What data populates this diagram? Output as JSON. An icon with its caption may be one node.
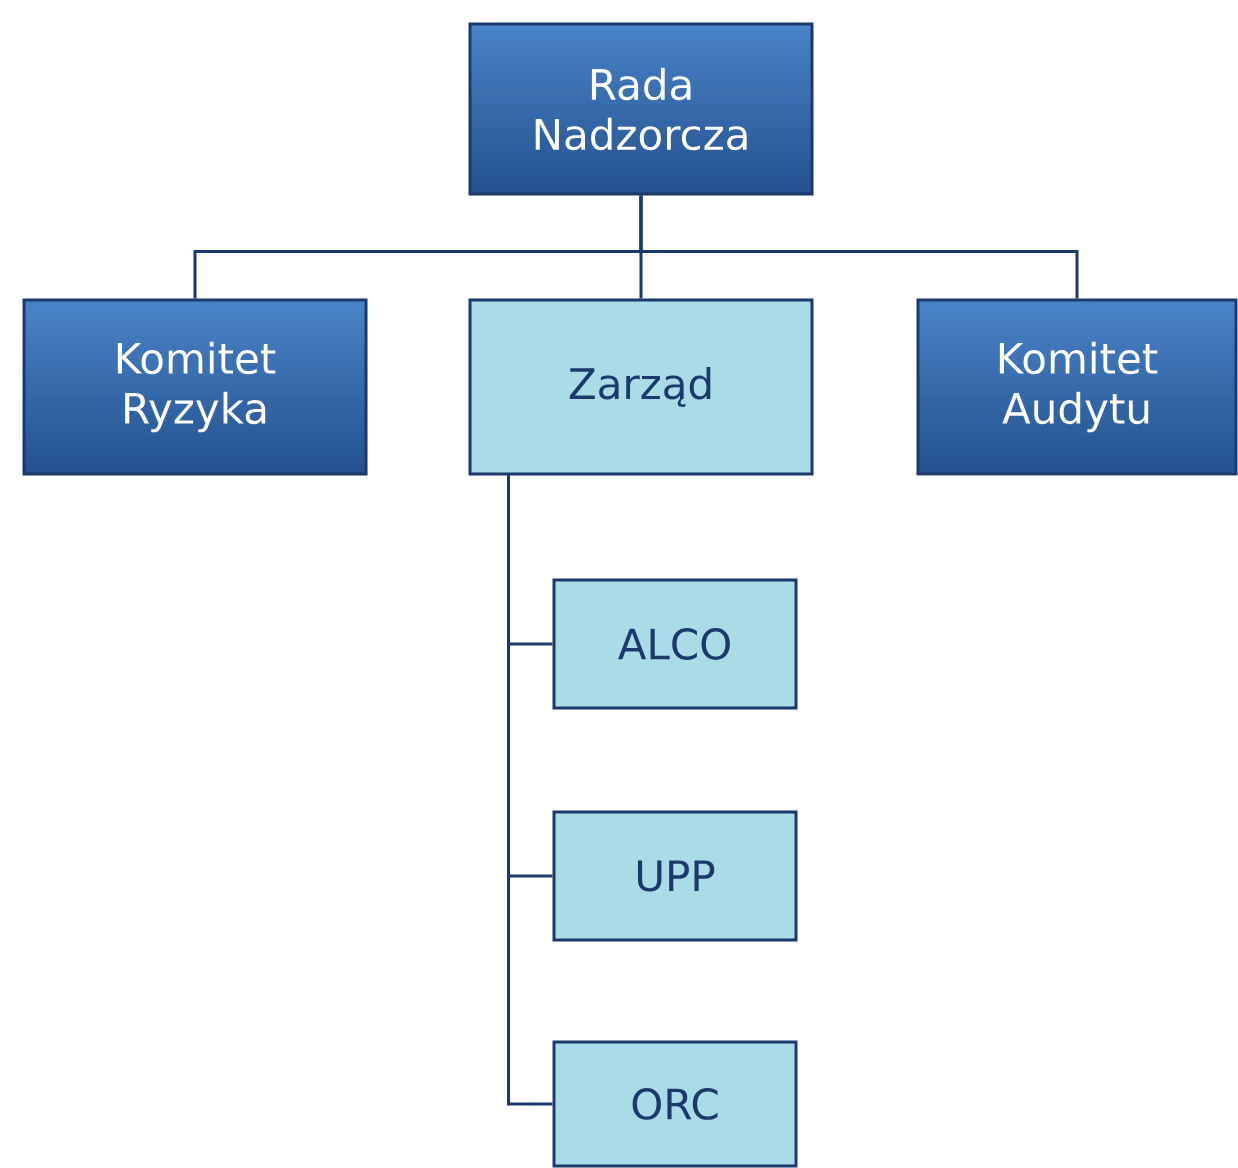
{
  "diagram": {
    "nodes": [
      {
        "text": [
          "Rada Nadzorcza"
        ]
      },
      {
        "text": [
          "Komitet Ryzyka"
        ]
      },
      {
        "text": [
          "Zarząd"
        ]
      },
      {
        "text": [
          "Komitet Audytu"
        ]
      },
      {
        "text": [
          "ALCO"
        ]
      },
      {
        "text": [
          "UPP"
        ]
      },
      {
        "text": [
          "ORC"
        ]
      }
    ],
    "edges": [
      {
        "from": 0,
        "to": 1,
        "arrow": "none"
      },
      {
        "from": 0,
        "to": 2,
        "arrow": "none"
      },
      {
        "from": 0,
        "to": 3,
        "arrow": "none"
      },
      {
        "from": 2,
        "to": 4,
        "arrow": "none"
      },
      {
        "from": 2,
        "to": 5,
        "arrow": "none"
      },
      {
        "from": 2,
        "to": 6,
        "arrow": "none"
      }
    ]
  }
}
